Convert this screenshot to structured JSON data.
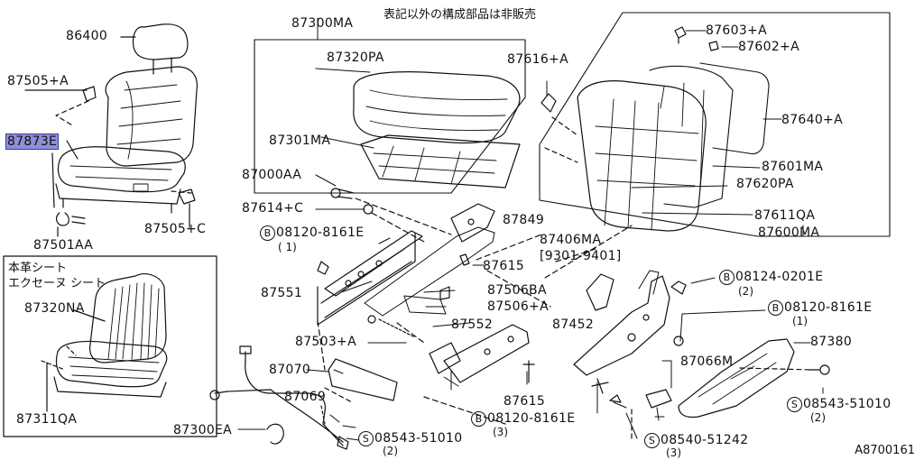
{
  "note": "表記以外の構成部品は非販売",
  "diagram_code": "A8700161",
  "inset_title": "本革シート\nエクセーヌ シート",
  "part_labels": {
    "p86400": "86400",
    "p87505a": "87505+A",
    "p87873e": "87873E",
    "p87501aa": "87501AA",
    "p87505c": "87505+C",
    "p87320na": "87320NA",
    "p87311qa": "87311QA",
    "p87300ma": "87300MA",
    "p87320pa": "87320PA",
    "p87301ma": "87301MA",
    "p87000aa": "87000AA",
    "p87614c": "87614+C",
    "p87849": "87849",
    "p87615a": "87615",
    "p87551": "87551",
    "p87506ba": "87506BA",
    "p87506a": "87506+A",
    "p87552": "87552",
    "p87503a": "87503+A",
    "p87070": "87070",
    "p87069": "87069",
    "p87300ea": "87300EA",
    "p87615b": "87615",
    "p87616a": "87616+A",
    "p87603a": "87603+A",
    "p87602a": "87602+A",
    "p87640a": "87640+A",
    "p87601ma": "87601MA",
    "p87620pa": "87620PA",
    "p87611qa": "87611QA",
    "p87600ma": "87600MA",
    "p87406ma": "87406MA",
    "p87406ma_range": "[9301-9401]",
    "p87452": "87452",
    "p87066m": "87066M",
    "p87380": "87380"
  },
  "std_parts": [
    {
      "marker": "B",
      "number": "08120-8161E",
      "qty": "( 1)"
    },
    {
      "marker": "B",
      "number": "08124-0201E",
      "qty": "(2)"
    },
    {
      "marker": "B",
      "number": "08120-8161E",
      "qty": "(1)"
    },
    {
      "marker": "S",
      "number": "08543-51010",
      "qty": "(2)"
    },
    {
      "marker": "B",
      "number": "08120-8161E",
      "qty": "(3)"
    },
    {
      "marker": "S",
      "number": "08540-51242",
      "qty": "(3)"
    },
    {
      "marker": "S",
      "number": "08543-51010",
      "qty": "(2)"
    }
  ],
  "highlight_color": "#8f8fd8"
}
